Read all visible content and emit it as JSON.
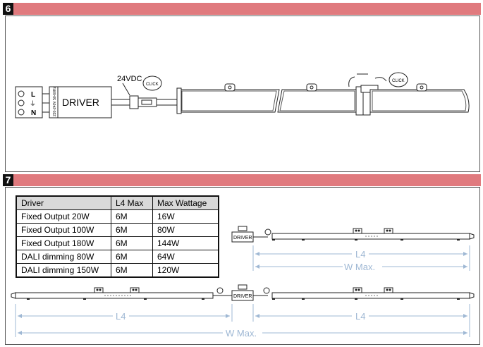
{
  "sections": [
    {
      "number": "6"
    },
    {
      "number": "7"
    }
  ],
  "diagram6": {
    "terminal_labels": [
      "L",
      "⏚",
      "N"
    ],
    "driver_label": "DRIVER",
    "driver_rating": "220-240V 50-60Hz",
    "voltage_label": "24VDC",
    "click_label_1": "CLICK",
    "click_label_2": "CLICK"
  },
  "table": {
    "headers": [
      "Driver",
      "L4 Max",
      "Max Wattage"
    ],
    "rows": [
      [
        "Fixed Output 20W",
        "6M",
        "16W"
      ],
      [
        "Fixed Output 100W",
        "6M",
        "80W"
      ],
      [
        "Fixed Output 180W",
        "6M",
        "144W"
      ],
      [
        "DALI dimming 80W",
        "6M",
        "64W"
      ],
      [
        "DALI dimming 150W",
        "6M",
        "120W"
      ]
    ]
  },
  "diagram7": {
    "driver_label_top": "DRIVER",
    "driver_label_bottom": "DRIVER",
    "l4_top": "L4",
    "wmax_top": "W Max.",
    "l4_bottom_left": "L4",
    "l4_bottom_right": "L4",
    "wmax_bottom": "W Max."
  },
  "colors": {
    "header_bar": "#e07a7e",
    "dimension_line": "#9fb8d4"
  }
}
